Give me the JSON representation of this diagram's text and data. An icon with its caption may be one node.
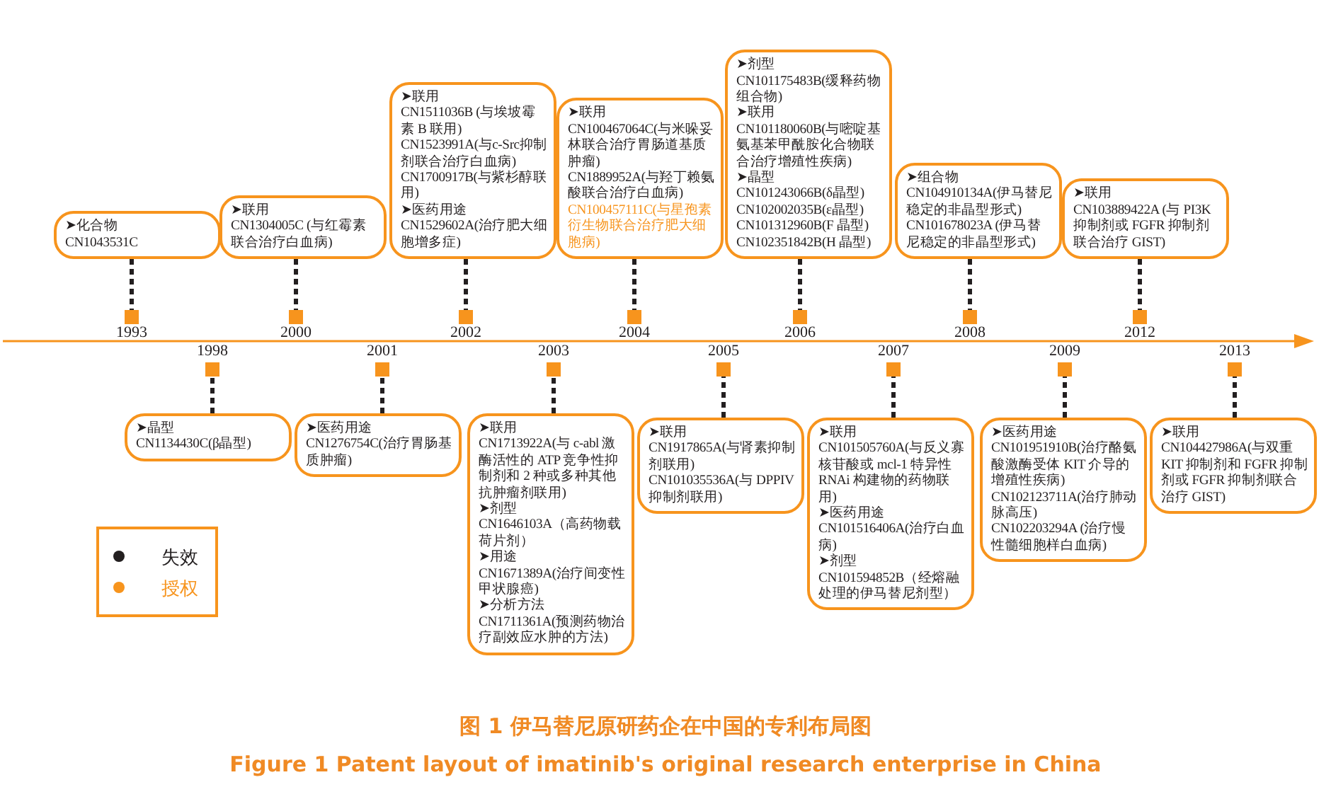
{
  "diagram": {
    "title": "图 1  伊马替尼原研药企在中国的专利布局图",
    "caption": "Figure 1  Patent layout of imatinib's original research enterprise in China",
    "nodes": [
      {
        "text": [
          "➤化合物",
          "CN1043531C"
        ]
      },
      {
        "text": [
          "➤联用",
          "CN1304005C (与红霉素联合治疗白血病)"
        ]
      },
      {
        "text": [
          "➤联用",
          "CN1511036B (与埃坡霉素 B 联用)",
          "CN1523991A(与c-Src抑制剂联合治疗白血病)",
          "CN1700917B(与紫杉醇联用)",
          "➤医药用途",
          "CN1529602A(治疗肥大细胞增多症)"
        ]
      },
      {
        "text": [
          "➤联用",
          "CN100467064C(与米哚妥林联合治疗胃肠道基质肿瘤)",
          "CN1889952A(与羟丁赖氨酸联合治疗白血病)",
          "CN100457111C(与星孢素衍生物联合治疗肥大细胞病)"
        ]
      },
      {
        "text": [
          "➤剂型",
          "CN101175483B(缓释药物组合物)",
          "➤联用",
          "CN101180060B(与嘧啶基氨基苯甲酰胺化合物联合治疗增殖性疾病)",
          "➤晶型",
          "CN101243066B(δ晶型)",
          "CN102002035B(ε晶型)",
          "CN101312960B(F 晶型)",
          "CN102351842B(H 晶型)"
        ]
      },
      {
        "text": [
          "➤组合物",
          "CN104910134A(伊马替尼稳定的非晶型形式)",
          "CN101678023A (伊马替尼稳定的非晶型形式)"
        ]
      },
      {
        "text": [
          "➤联用",
          "CN103889422A (与 PI3K 抑制剂或 FGFR 抑制剂联合治疗 GIST)"
        ]
      },
      {
        "text": [
          "➤晶型",
          "CN1134430C(β晶型)"
        ]
      },
      {
        "text": [
          "➤医药用途",
          "CN1276754C(治疗胃肠基质肿瘤)"
        ]
      },
      {
        "text": [
          "➤联用",
          "CN1713922A(与 c-abl 激酶活性的 ATP 竞争性抑制剂和 2 种或多种其他抗肿瘤剂联用)",
          "➤剂型",
          "CN1646103A（高药物载荷片剂）",
          "➤用途",
          "CN1671389A(治疗间变性甲状腺癌)",
          "➤分析方法",
          "CN1711361A(预测药物治疗副效应水肿的方法)"
        ]
      },
      {
        "text": [
          "➤联用",
          "CN1917865A(与肾素抑制剂联用)",
          "CN101035536A(与 DPPIV 抑制剂联用)"
        ]
      },
      {
        "text": [
          "➤联用",
          "CN101505760A(与反义寡核苷酸或 mcl-1 特异性 RNAi 构建物的药物联用)",
          "➤医药用途",
          "CN101516406A(治疗白血病)",
          "➤剂型",
          "CN101594852B（经熔融处理的伊马替尼剂型）"
        ]
      },
      {
        "text": [
          "➤医药用途",
          "CN101951910B(治疗酪氨酸激酶受体 KIT 介导的增殖性疾病)",
          "CN102123711A(治疗肺动脉高压)",
          "CN102203294A (治疗慢性髓细胞样白血病)"
        ]
      },
      {
        "text": [
          "➤联用",
          "CN104427986A(与双重 KIT 抑制剂和 FGFR 抑制剂或 FGFR 抑制剂联合治疗 GIST)"
        ]
      },
      {
        "text": [],
        "shape": "box",
        "beside": [
          "1993"
        ]
      },
      {
        "text": [],
        "shape": "box",
        "beside": [
          "1998"
        ]
      },
      {
        "text": [],
        "shape": "box",
        "beside": [
          "2000"
        ]
      },
      {
        "text": [],
        "shape": "box",
        "beside": [
          "2001"
        ]
      },
      {
        "text": [],
        "shape": "box",
        "beside": [
          "2002"
        ]
      },
      {
        "text": [],
        "shape": "box",
        "beside": [
          "2003"
        ]
      },
      {
        "text": [],
        "shape": "box",
        "beside": [
          "2004"
        ]
      },
      {
        "text": [],
        "shape": "box",
        "beside": [
          "2005"
        ]
      },
      {
        "text": [],
        "shape": "box",
        "beside": [
          "2006"
        ]
      },
      {
        "text": [],
        "shape": "box",
        "beside": [
          "2007"
        ]
      },
      {
        "text": [],
        "shape": "box",
        "beside": [
          "2008"
        ]
      },
      {
        "text": [],
        "shape": "box",
        "beside": [
          "2009"
        ]
      },
      {
        "text": [],
        "shape": "box",
        "beside": [
          "2012"
        ]
      },
      {
        "text": [],
        "shape": "box",
        "beside": [
          "2013"
        ]
      }
    ],
    "edges": [
      {
        "from": 0,
        "to": 14,
        "arrow": "none",
        "style": "dashed"
      },
      {
        "from": 7,
        "to": 15,
        "arrow": "none",
        "style": "dashed"
      },
      {
        "from": 1,
        "to": 16,
        "arrow": "none",
        "style": "dashed"
      },
      {
        "from": 8,
        "to": 17,
        "arrow": "none",
        "style": "dashed"
      },
      {
        "from": 2,
        "to": 18,
        "arrow": "none",
        "style": "dashed"
      },
      {
        "from": 9,
        "to": 19,
        "arrow": "none",
        "style": "dashed"
      },
      {
        "from": 3,
        "to": 20,
        "arrow": "none",
        "style": "dashed"
      },
      {
        "from": 10,
        "to": 21,
        "arrow": "none",
        "style": "dashed"
      },
      {
        "from": 4,
        "to": 22,
        "arrow": "none",
        "style": "dashed"
      },
      {
        "from": 11,
        "to": 23,
        "arrow": "none",
        "style": "dashed"
      },
      {
        "from": 5,
        "to": 24,
        "arrow": "none",
        "style": "dashed"
      },
      {
        "from": 12,
        "to": 25,
        "arrow": "none",
        "style": "dashed"
      },
      {
        "from": 6,
        "to": 26,
        "arrow": "none",
        "style": "dashed"
      },
      {
        "from": 13,
        "to": 27,
        "arrow": "none",
        "style": "dashed"
      }
    ],
    "legend": [
      {
        "text": "失效",
        "color": "#231f20"
      },
      {
        "text": "授权",
        "color": "#f7941d"
      }
    ]
  }
}
